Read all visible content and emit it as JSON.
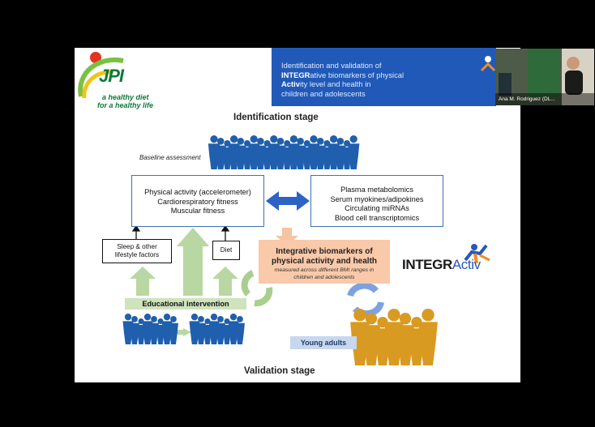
{
  "header": {
    "jpi_logo": "JPI",
    "jpi_tagline_1": "a healthy diet",
    "jpi_tagline_2": "for a healthy life",
    "banner_line1": "Identification and validation of",
    "banner_line2_bold": "INTEGR",
    "banner_line2_rest": "ative biomarkers of physical",
    "banner_line3_bold": "Activ",
    "banner_line3_rest": "ity level and health in",
    "banner_line4": "children and adolescents"
  },
  "diagram": {
    "identification_title": "Identification stage",
    "baseline_label": "Baseline assessment",
    "physical_box": [
      "Physical activity (accelerometer)",
      "Cardiorespiratory fitness",
      "Muscular fitness"
    ],
    "omics_box": [
      "Plasma metabolomics",
      "Serum myokines/adipokines",
      "Circulating miRNAs",
      "Blood cell transcriptomics"
    ],
    "sleep_box_1": "Sleep & other",
    "sleep_box_2": "lifestyle factors",
    "diet_box": "Diet",
    "integ_title_1": "Integrative biomarkers of",
    "integ_title_2": "physical activity and health",
    "integ_sub_1": "measured across different BMI ranges in",
    "integ_sub_2": "children and adolescents",
    "education_label": "Educational intervention",
    "young_adults_label": "Young adults",
    "validation_title": "Validation stage",
    "integractiv_logo_bold": "INTEGR",
    "integractiv_logo_rest": "Activ"
  },
  "video": {
    "speaker_name": "Ana M. Rodriguez (DL..."
  },
  "colors": {
    "people_blue": "#1f5fae",
    "people_orange": "#d99a22",
    "arrow_green": "#b9d7a3",
    "arrow_blue": "#2d63c4",
    "arrow_peach": "#f7c4a0",
    "banner": "#2159b8"
  }
}
